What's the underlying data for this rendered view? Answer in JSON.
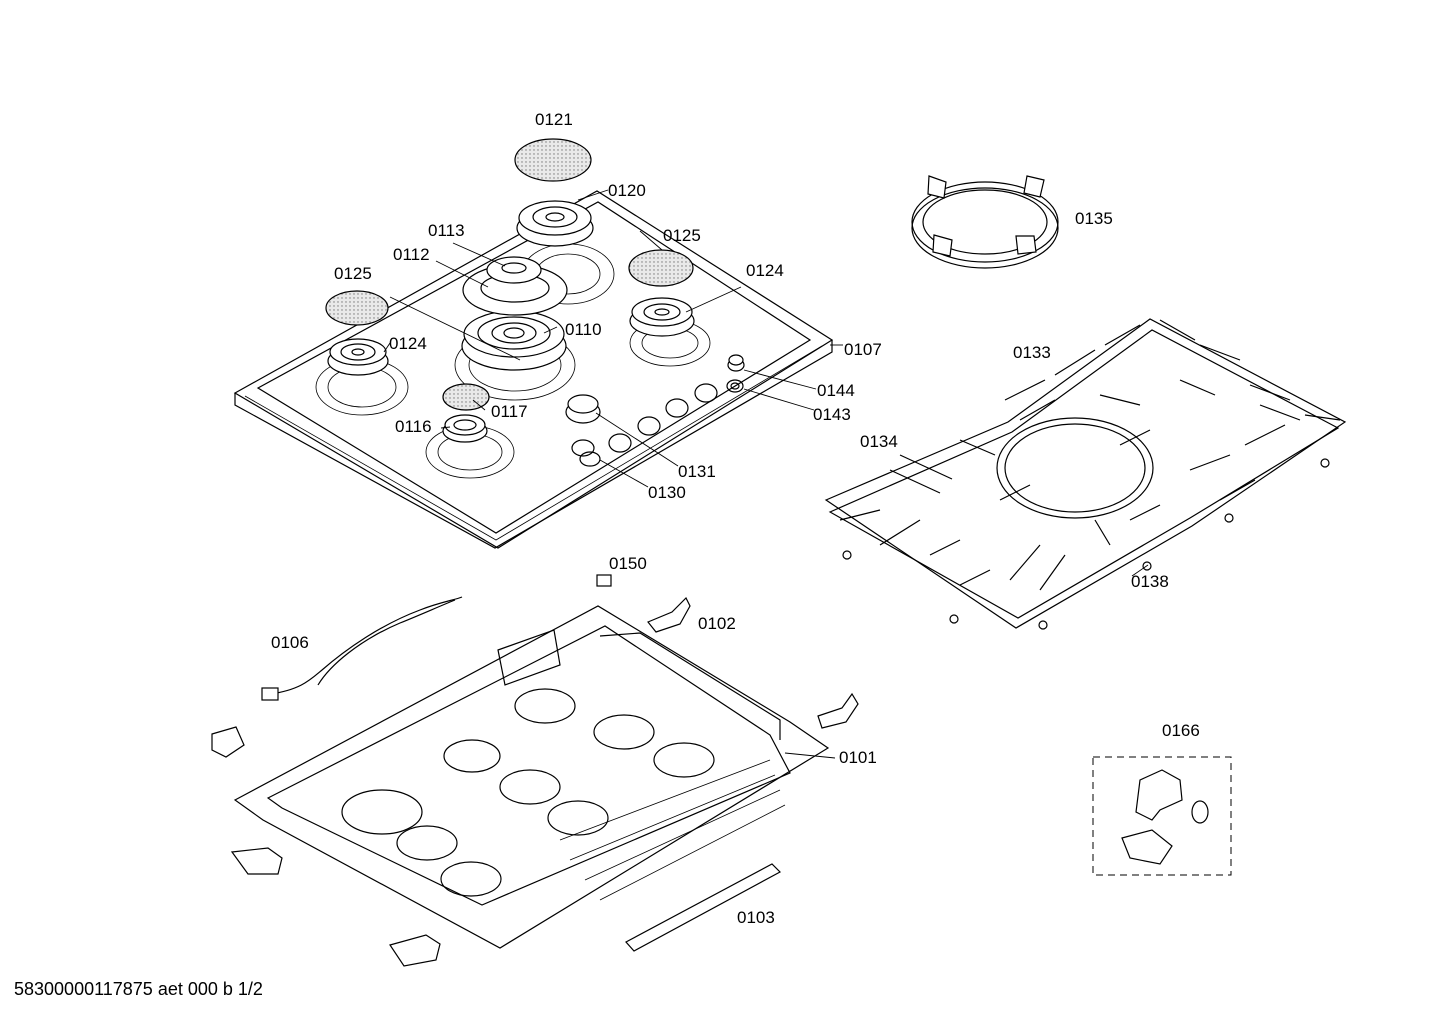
{
  "part_labels": {
    "p0121": "0121",
    "p0120": "0120",
    "p0113": "0113",
    "p0125a": "0125",
    "p0112": "0112",
    "p0125b": "0125",
    "p0124a": "0124",
    "p0110": "0110",
    "p0124b": "0124",
    "p0107": "0107",
    "p0144": "0144",
    "p0143": "0143",
    "p0117": "0117",
    "p0116": "0116",
    "p0131": "0131",
    "p0130": "0130",
    "p0135": "0135",
    "p0133": "0133",
    "p0134": "0134",
    "p0138": "0138",
    "p0150": "0150",
    "p0102": "0102",
    "p0106": "0106",
    "p0101": "0101",
    "p0103": "0103",
    "p0166": "0166"
  },
  "footer": {
    "doc_id": "58300000117875 aet 000 b 1/2"
  }
}
